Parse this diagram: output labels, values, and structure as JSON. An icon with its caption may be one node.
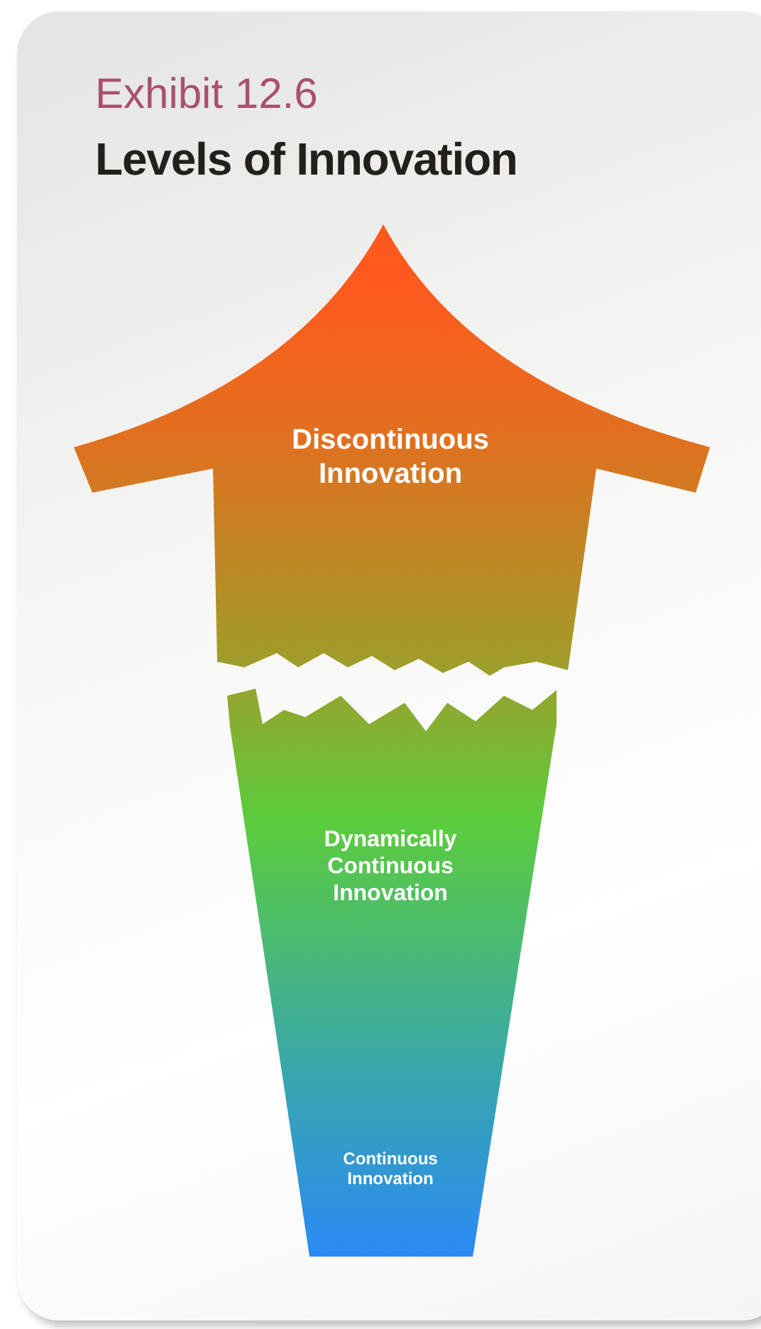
{
  "diagram": {
    "title": "Levels of Innovation",
    "nodes": [
      {
        "text": [
          "Discontinuous Innovation"
        ]
      },
      {
        "text": [
          "Dynamically Continuous Innovation",
          "Continuous Innovation"
        ]
      }
    ],
    "labels": [
      "Exhibit 12.6"
    ]
  }
}
